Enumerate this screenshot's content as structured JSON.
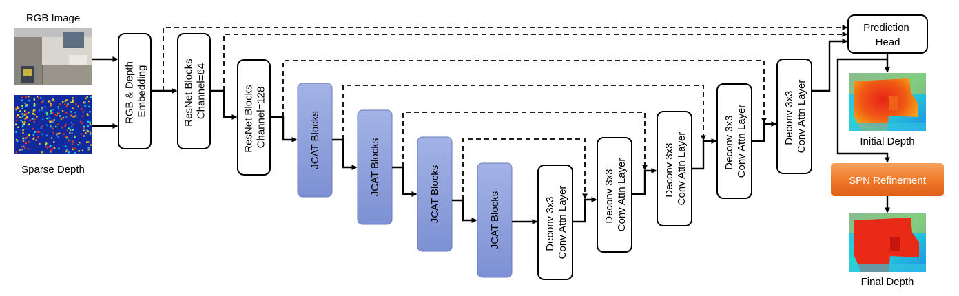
{
  "inputs": {
    "rgb_label": "RGB Image",
    "sparse_label": "Sparse Depth"
  },
  "blocks": {
    "embedding": [
      "RGB & Depth",
      "Embedding"
    ],
    "resnet64": [
      "ResNet Blocks",
      "Channel=64"
    ],
    "resnet128": [
      "ResNet Blocks",
      "Channel=128"
    ],
    "jcat": "JCAT Blocks",
    "deconv": [
      "Deconv 3x3",
      "Conv Attn Layer"
    ],
    "prediction_head": [
      "Prediction",
      "Head"
    ],
    "spn": "SPN Refinement"
  },
  "outputs": {
    "initial_label": "Initial Depth",
    "final_label": "Final Depth"
  },
  "colors": {
    "jcat_fill_top": "#9fb0e4",
    "jcat_fill_bottom": "#7c8fd2",
    "spn_fill": "#f07a2a",
    "spn_text": "#ffffff"
  }
}
